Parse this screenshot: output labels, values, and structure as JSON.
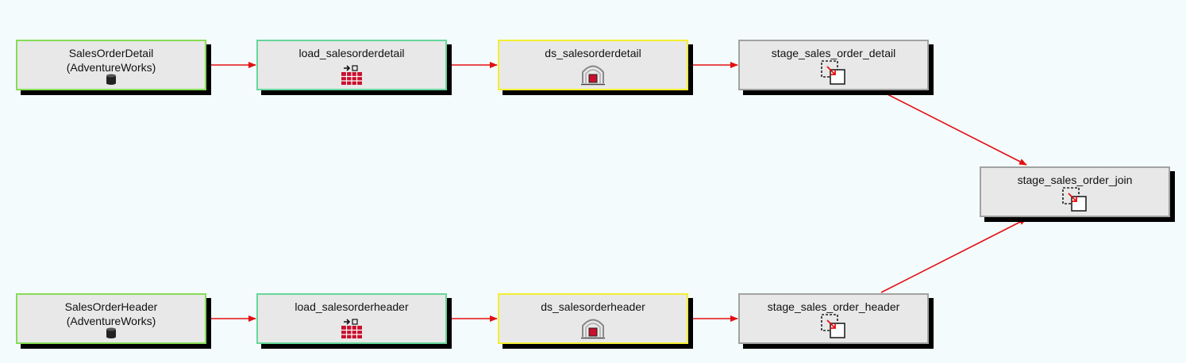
{
  "colors": {
    "background": "#f4fbfd",
    "node_fill": "#e8e8e8",
    "edge": "#e31010",
    "border_source": "#86dc55",
    "border_load": "#66d69a",
    "border_datastore": "#f4ee32",
    "border_stage": "#a2a2a2"
  },
  "nodes": {
    "sod_src": {
      "label": "SalesOrderDetail\n(AdventureWorks)",
      "icon": "database-icon"
    },
    "sod_load": {
      "label": "load_salesorderdetail",
      "icon": "load-table-icon"
    },
    "sod_ds": {
      "label": "ds_salesorderdetail",
      "icon": "datastore-icon"
    },
    "sod_stage": {
      "label": "stage_sales_order_detail",
      "icon": "stage-icon"
    },
    "join": {
      "label": "stage_sales_order_join",
      "icon": "stage-icon"
    },
    "soh_src": {
      "label": "SalesOrderHeader\n(AdventureWorks)",
      "icon": "database-icon"
    },
    "soh_load": {
      "label": "load_salesorderheader",
      "icon": "load-table-icon"
    },
    "soh_ds": {
      "label": "ds_salesorderheader",
      "icon": "datastore-icon"
    },
    "soh_stage": {
      "label": "stage_sales_order_header",
      "icon": "stage-icon"
    }
  },
  "edges": [
    [
      "sod_src",
      "sod_load"
    ],
    [
      "sod_load",
      "sod_ds"
    ],
    [
      "sod_ds",
      "sod_stage"
    ],
    [
      "sod_stage",
      "join"
    ],
    [
      "soh_src",
      "soh_load"
    ],
    [
      "soh_load",
      "soh_ds"
    ],
    [
      "soh_ds",
      "soh_stage"
    ],
    [
      "soh_stage",
      "join"
    ]
  ]
}
